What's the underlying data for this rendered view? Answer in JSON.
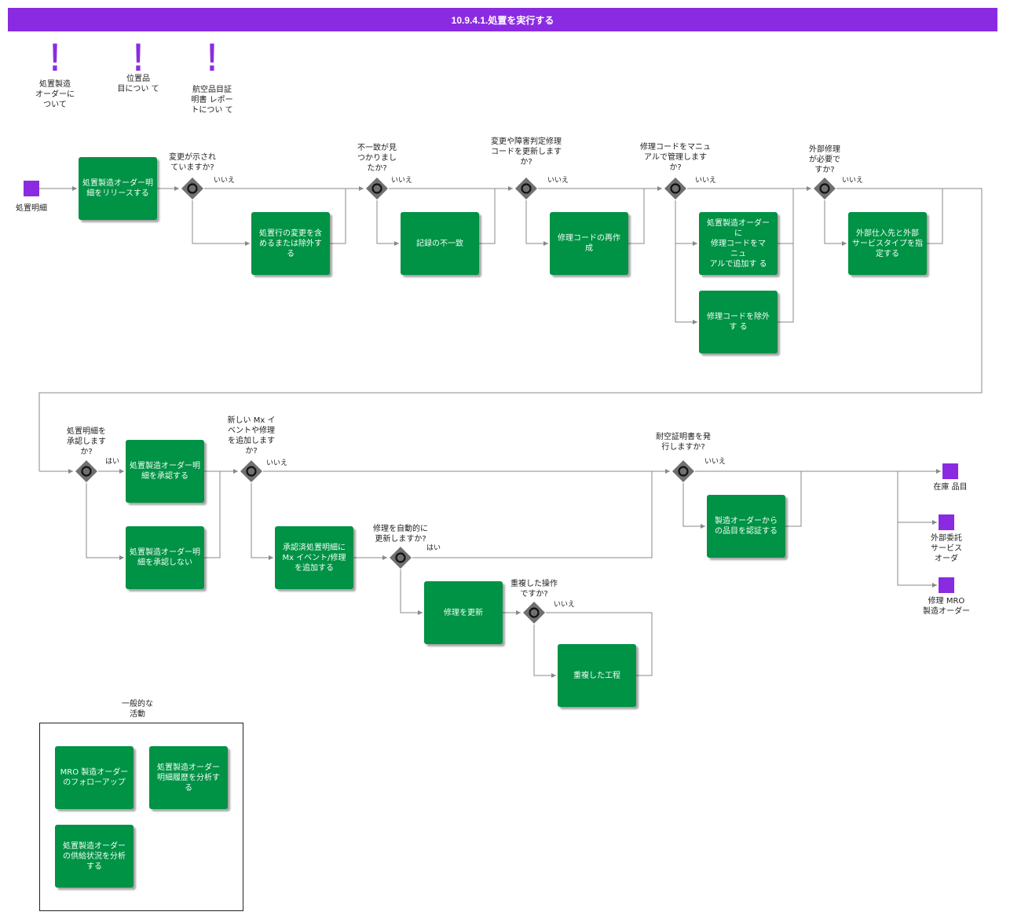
{
  "title": "10.9.4.1.処置を実行する",
  "notes": [
    "処置製造\nオーダーに\nついて",
    "位置品\n目につい て",
    "航空品目証\n明書 レポー\nトについ て"
  ],
  "start_event": "処置明細",
  "tasks": {
    "t1": "処置製造オーダー明\n細をリリースする",
    "t2": "処置行の変更を含\nめるまたは除外す\nる",
    "t3": "記録の不一致",
    "t4": "修理コードの再作\n成",
    "t5": "処置製造オーダー\nに\n修理コードをマ\nニュ\nアルで追加す る",
    "t6": "修理コードを除外\nす る",
    "t7": "外部仕入先と外部\nサービスタイプを指\n定する",
    "t8": "処置製造オーダー明\n細を承認する",
    "t9": "処置製造オーダー明\n細を承認しない",
    "t10": "承認済処置明細に\nMx イベント/修理\nを追加する",
    "t11": "修理を更新",
    "t12": "重複した工程",
    "t13": "製造オーダーから\nの品目を認証する"
  },
  "gateways": {
    "g1": "変更が示され\nていますか?",
    "g2": "不一致が見\nつかりまし\nたか?",
    "g3": "変更や障害判定修理\nコードを更新します\nか?",
    "g4": "修理コードをマニュ\nアルで管理します\nか?",
    "g5": "外部修理\nが必要で\nすか?",
    "g6": "処置明細を\n承認します\nか?",
    "g7": "新しい Mx イ\nベントや修理\nを追加します\nか?",
    "g8": "修理を自動的に\n更新しますか?",
    "g9": "重複した操作\nですか?",
    "g10": "耐空証明書を発\n行しますか?"
  },
  "edge_labels": {
    "no": "いいえ",
    "yes": "はい"
  },
  "end_events": [
    "在庫 品目",
    "外部委託\nサービス\nオーダ",
    "修理 MRO\n製造オーダー"
  ],
  "group": {
    "title": "一般的な\n活動",
    "tasks": [
      "MRO 製造オーダー\nのフォローアップ",
      "処置製造オーダー\n明細履歴を分析す\nる",
      "処置製造オーダー\nの供給状況を分析\nする"
    ]
  },
  "colors": {
    "title_bar": "#8a2be2",
    "task": "#009245",
    "event": "#8a2be2",
    "gateway": "#707070",
    "connector": "#888888"
  }
}
